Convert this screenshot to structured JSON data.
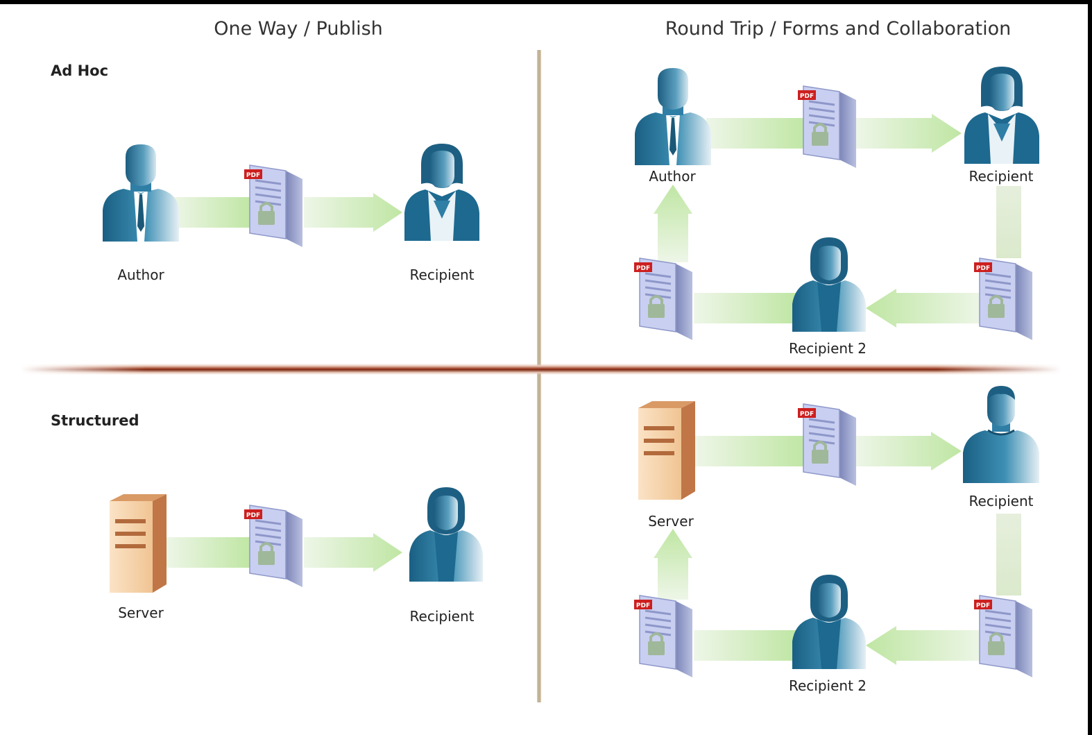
{
  "headers": {
    "one_way": "One Way / Publish",
    "round_trip": "Round Trip / Forms and Collaboration"
  },
  "rows": {
    "ad_hoc": "Ad Hoc",
    "structured": "Structured"
  },
  "doc_badge": "PDF",
  "adhoc_oneway": {
    "author": "Author",
    "recipient": "Recipient"
  },
  "adhoc_roundtrip": {
    "author": "Author",
    "recipient": "Recipient",
    "recipient2": "Recipient 2"
  },
  "structured_oneway": {
    "server": "Server",
    "recipient": "Recipient"
  },
  "structured_roundtrip": {
    "server": "Server",
    "recipient": "Recipient",
    "recipient2": "Recipient 2"
  },
  "colors": {
    "person": "#1f6f96",
    "arrow": "#c9e8b0",
    "divider_red": "#8a3219",
    "divider_tan": "#bcae8f",
    "server": "#f3c99b",
    "pdf_red": "#cc1f1f"
  }
}
